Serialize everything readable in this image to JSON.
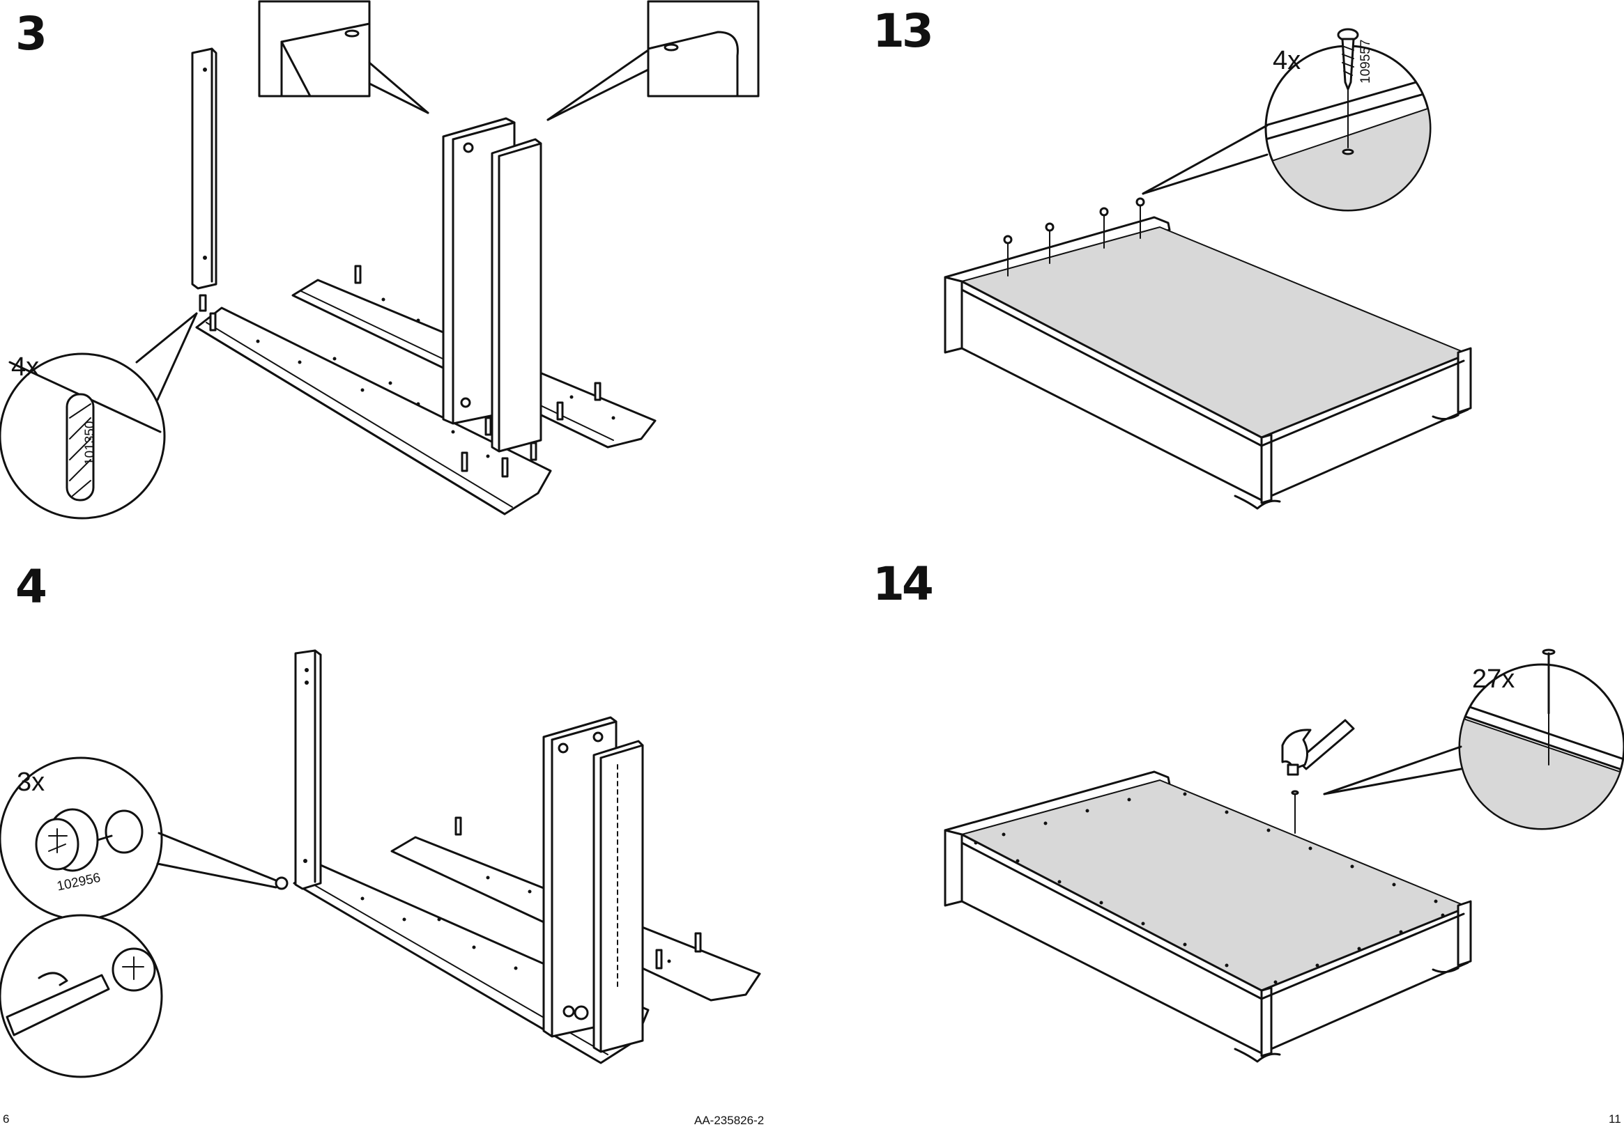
{
  "steps": [
    {
      "number": "3",
      "quantity": "4x",
      "part_number": "101350"
    },
    {
      "number": "4",
      "quantity": "3x",
      "part_number": "102956"
    },
    {
      "number": "13",
      "quantity": "4x",
      "part_number": "109557"
    },
    {
      "number": "14",
      "quantity": "27x"
    }
  ],
  "footer": {
    "left_page": "6",
    "document_code": "AA-235826-2",
    "right_page": "11"
  },
  "colors": {
    "ink": "#111111",
    "panel_gray": "#d8d8d8",
    "paper": "#ffffff"
  },
  "icons": [
    "wooden-dowel-icon",
    "cam-lock-icon",
    "screw-icon",
    "nail-icon",
    "hammer-icon",
    "screwdriver-icon"
  ]
}
